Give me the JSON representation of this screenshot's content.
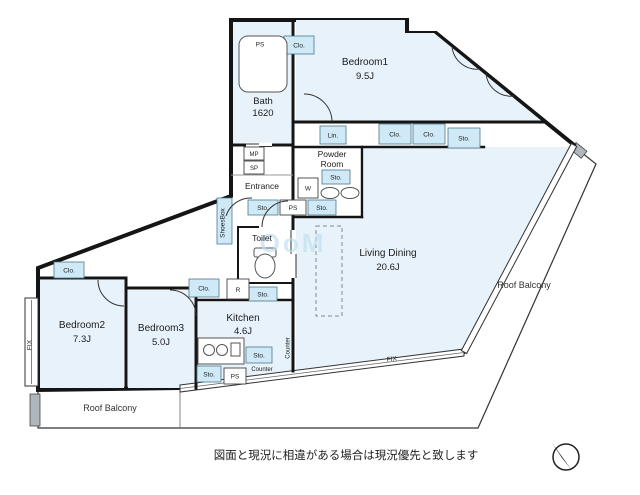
{
  "labels": {
    "clo": "Clo.",
    "sto": "Sto.",
    "ps": "PS",
    "lin": "Lin.",
    "mp": "MP",
    "sp": "SP",
    "w": "W",
    "r": "R",
    "fix": "FIX",
    "counter": "Counter",
    "shoes_box": "ShoesBox",
    "roof_balcony": "Roof Balcony"
  },
  "rooms": {
    "bedroom1": {
      "name": "Bedroom1",
      "size": "9.5J"
    },
    "bedroom2": {
      "name": "Bedroom2",
      "size": "7.3J"
    },
    "bedroom3": {
      "name": "Bedroom3",
      "size": "5.0J"
    },
    "living_dining": {
      "name": "Living Dining",
      "size": "20.6J"
    },
    "kitchen": {
      "name": "Kitchen",
      "size": "4.6J"
    },
    "bath": {
      "name": "Bath",
      "size": "1620"
    },
    "powder_room": {
      "line1": "Powder",
      "line2": "Room"
    },
    "toilet": {
      "name": "Toilet"
    },
    "entrance": {
      "name": "Entrance"
    }
  },
  "watermark": "OoM",
  "footer": {
    "disclaimer": "図面と現況に相違がある場合は現況優先と致します"
  },
  "icons": {
    "compass": "north-compass-icon"
  },
  "colors": {
    "room_fill": "#e8f2fa",
    "cabinet_fill": "#cfe9f6",
    "wall": "#151515",
    "watermark": "#bcdff0"
  }
}
